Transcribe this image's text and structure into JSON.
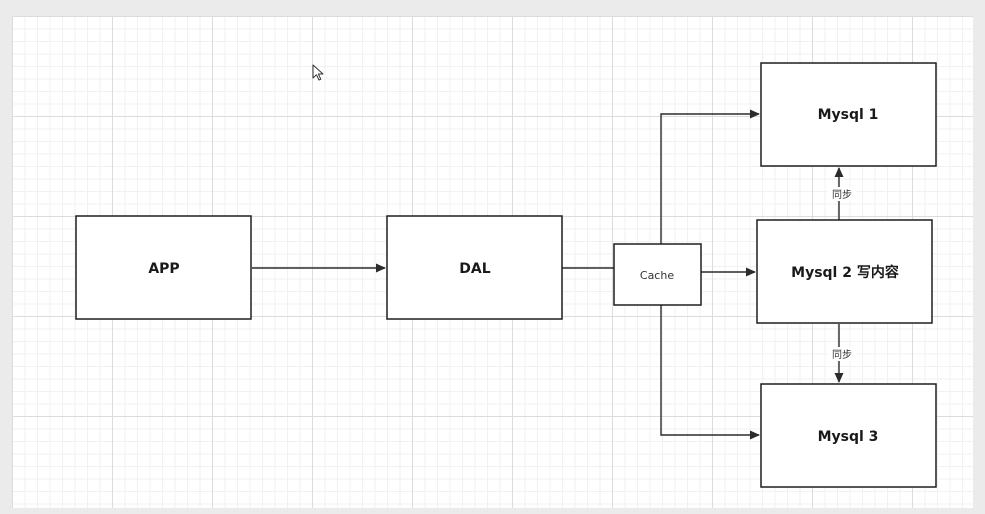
{
  "nodes": {
    "app": "APP",
    "dal": "DAL",
    "cache": "Cache",
    "mysql1": "Mysql 1",
    "mysql2": "Mysql 2  写内容",
    "mysql3": "Mysql 3"
  },
  "edges": {
    "sync_up": "同步",
    "sync_down": "同步"
  }
}
